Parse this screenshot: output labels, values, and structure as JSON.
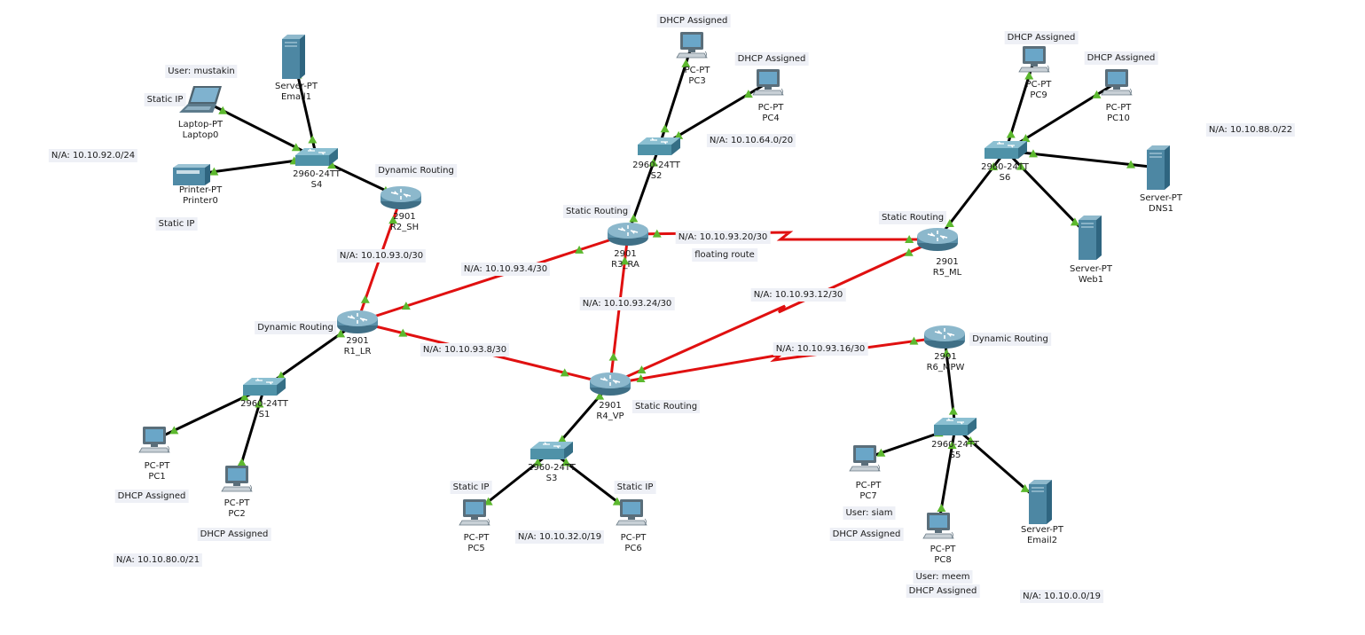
{
  "colors": {
    "copper": "#000000",
    "serial": "#e01010",
    "port_up": "#5cb82e",
    "router": "#5a8fa8",
    "switch": "#4f92a8",
    "pc": "#6aa6c8",
    "server": "#4d87a3"
  },
  "devices": {
    "r1": {
      "icon": "router-icon",
      "model": "2901",
      "name": "R1_LR"
    },
    "r2": {
      "icon": "router-icon",
      "model": "2901",
      "name": "R2_SH"
    },
    "r3": {
      "icon": "router-icon",
      "model": "2901",
      "name": "R3_RA"
    },
    "r4": {
      "icon": "router-icon",
      "model": "2901",
      "name": "R4_VP"
    },
    "r5": {
      "icon": "router-icon",
      "model": "2901",
      "name": "R5_ML"
    },
    "r6": {
      "icon": "router-icon",
      "model": "2901",
      "name": "R6_MPW"
    },
    "s1": {
      "icon": "switch-icon",
      "model": "2960-24TT",
      "name": "S1"
    },
    "s2": {
      "icon": "switch-icon",
      "model": "2960-24TT",
      "name": "S2"
    },
    "s3": {
      "icon": "switch-icon",
      "model": "2960-24TT",
      "name": "S3"
    },
    "s4": {
      "icon": "switch-icon",
      "model": "2960-24TT",
      "name": "S4"
    },
    "s5": {
      "icon": "switch-icon",
      "model": "2960-24TT",
      "name": "S5"
    },
    "s6": {
      "icon": "switch-icon",
      "model": "2960-24TT",
      "name": "S6"
    },
    "pc1": {
      "icon": "pc-icon",
      "model": "PC-PT",
      "name": "PC1"
    },
    "pc2": {
      "icon": "pc-icon",
      "model": "PC-PT",
      "name": "PC2"
    },
    "pc3": {
      "icon": "pc-icon",
      "model": "PC-PT",
      "name": "PC3"
    },
    "pc4": {
      "icon": "pc-icon",
      "model": "PC-PT",
      "name": "PC4"
    },
    "pc5": {
      "icon": "pc-icon",
      "model": "PC-PT",
      "name": "PC5"
    },
    "pc6": {
      "icon": "pc-icon",
      "model": "PC-PT",
      "name": "PC6"
    },
    "pc7": {
      "icon": "pc-icon",
      "model": "PC-PT",
      "name": "PC7"
    },
    "pc8": {
      "icon": "pc-icon",
      "model": "PC-PT",
      "name": "PC8"
    },
    "pc9": {
      "icon": "pc-icon",
      "model": "PC-PT",
      "name": "PC9"
    },
    "pc10": {
      "icon": "pc-icon",
      "model": "PC-PT",
      "name": "PC10"
    },
    "email": {
      "icon": "server-icon",
      "model": "Server-PT",
      "name": "Email1"
    },
    "email2": {
      "icon": "server-icon",
      "model": "Server-PT",
      "name": "Email2"
    },
    "dns1": {
      "icon": "server-icon",
      "model": "Server-PT",
      "name": "DNS1"
    },
    "web1": {
      "icon": "server-icon",
      "model": "Server-PT",
      "name": "Web1"
    },
    "laptop0": {
      "icon": "laptop-icon",
      "model": "Laptop-PT",
      "name": "Laptop0"
    },
    "printer0": {
      "icon": "printer-icon",
      "model": "Printer-PT",
      "name": "Printer0"
    }
  },
  "notes": {
    "user_mustakin": "User: mustakin",
    "static_ip_laptop": "Static IP",
    "static_ip_printer": "Static IP",
    "net_s4": "N/A: 10.10.92.0/24",
    "dyn_r2": "Dynamic Routing",
    "link_r1_r2": "N/A: 10.10.93.0/30",
    "dyn_r1": "Dynamic Routing",
    "pc1_dhcp": "DHCP Assigned",
    "pc2_dhcp": "DHCP Assigned",
    "net_s1": "N/A: 10.10.80.0/21",
    "link_r1_r3": "N/A: 10.10.93.4/30",
    "link_r1_r4": "N/A: 10.10.93.8/30",
    "static_r3": "Static Routing",
    "link_r3_r4": "N/A: 10.10.93.24/30",
    "pc3_dhcp": "DHCP Assigned",
    "pc4_dhcp": "DHCP Assigned",
    "net_s2": "N/A: 10.10.64.0/20",
    "link_r3_r5": "N/A: 10.10.93.20/30",
    "floating": "floating route",
    "static_r4": "Static Routing",
    "static_ip_pc5": "Static IP",
    "static_ip_pc6": "Static IP",
    "net_s3": "N/A: 10.10.32.0/19",
    "link_r4_r5": "N/A: 10.10.93.12/30",
    "link_r4_r6": "N/A: 10.10.93.16/30",
    "static_r5": "Static Routing",
    "pc9_dhcp": "DHCP Assigned",
    "pc10_dhcp": "DHCP Assigned",
    "net_s6": "N/A: 10.10.88.0/22",
    "dyn_r6": "Dynamic Routing",
    "user_siam": "User: siam",
    "pc7_dhcp": "DHCP Assigned",
    "user_meem": "User: meem",
    "pc8_dhcp": "DHCP Assigned",
    "net_s5": "N/A: 10.10.0.0/19"
  }
}
